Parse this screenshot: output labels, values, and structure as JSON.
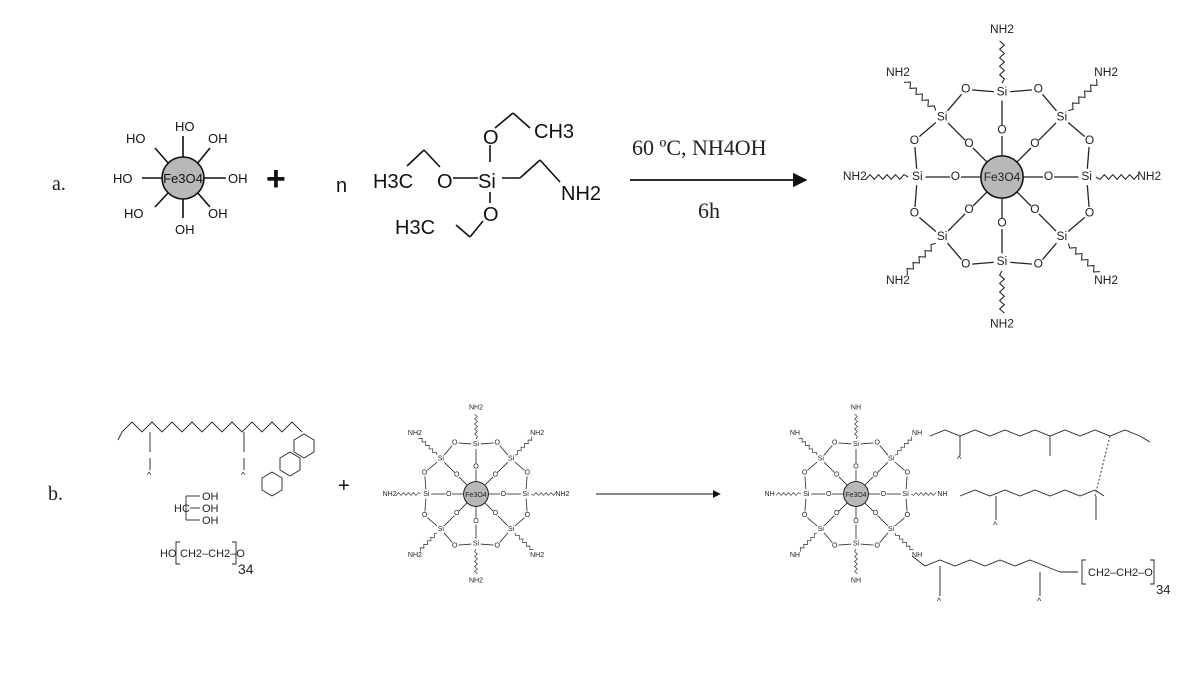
{
  "rows": {
    "a": {
      "label": "a.",
      "reactant1": {
        "core": "Fe3O4",
        "groups": [
          "HO",
          "OH",
          "OH",
          "HO",
          "OH",
          "HO",
          "OH",
          "OH"
        ]
      },
      "plus": "+",
      "coefficient": "n",
      "reactant2": {
        "atoms": [
          "O",
          "CH3",
          "H3C",
          "O",
          "Si",
          "NH2",
          "O",
          "H3C"
        ]
      },
      "condition_top": "60 ºC, NH4OH",
      "condition_bottom": "6h",
      "product": {
        "core": "Fe3O4",
        "amine": "NH2",
        "silicon": "Si",
        "oxygen": "O"
      }
    },
    "b": {
      "label": "b.",
      "plus": "+",
      "reagent_peg": "HO",
      "peg_repeat": "CH2–CH2–O",
      "peg_n": "34",
      "reagent_glycerol": [
        "OH",
        "HC",
        "OH",
        "OH"
      ],
      "np": {
        "core": "Fe3O4",
        "amine": "NH2",
        "silicon": "Si",
        "oxygen": "O"
      },
      "product": {
        "core": "Fe3O4",
        "link": "NH",
        "peg_repeat": "CH2–CH2–O",
        "peg_n": "34"
      }
    }
  },
  "colors": {
    "core_fill": "#b8b8b8",
    "accent_blue": "#4a55c8"
  }
}
